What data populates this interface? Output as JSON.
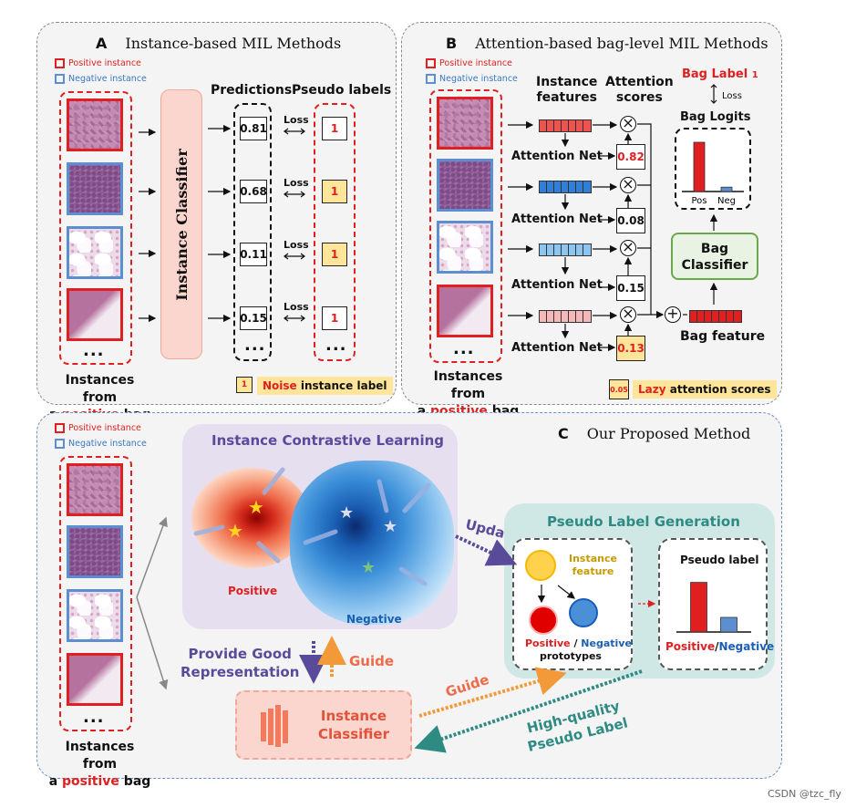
{
  "panel_a": {
    "letter": "A",
    "title": "Instance-based MIL Methods",
    "legend_positive": "Positive instance",
    "legend_negative": "Negative instance",
    "classifier": "Instance Classifier",
    "predictions_header": "Predictions",
    "pseudo_header": "Pseudo labels",
    "loss": "Loss",
    "predictions": [
      "0.81",
      "0.68",
      "0.11",
      "0.15"
    ],
    "pseudo_labels": [
      "1",
      "1",
      "1",
      "1"
    ],
    "caption_line1": "Instances from",
    "caption_a": "a",
    "caption_positive": "positive",
    "caption_bag": "bag",
    "noise_key": "1",
    "noise_word": "Noise",
    "noise_rest": "instance label",
    "dots": "..."
  },
  "panel_b": {
    "letter": "B",
    "title": "Attention-based bag-level MIL Methods",
    "legend_positive": "Positive instance",
    "legend_negative": "Negative instance",
    "features_header_1": "Instance",
    "features_header_2": "features",
    "attention_header_1": "Attention",
    "attention_header_2": "scores",
    "attention_net": "Attention Net",
    "scores": [
      "0.82",
      "0.08",
      "0.15",
      "0.13"
    ],
    "bag_label": "Bag Label",
    "bag_label_value": "1",
    "loss": "Loss",
    "bag_logits": "Bag Logits",
    "pos": "Pos",
    "neg": "Neg",
    "bag_classifier_1": "Bag",
    "bag_classifier_2": "Classifier",
    "bag_feature": "Bag feature",
    "caption_line1": "Instances from",
    "caption_a": "a",
    "caption_positive": "positive",
    "caption_bag": "bag",
    "lazy_key": "0.05",
    "lazy_word": "Lazy",
    "lazy_rest": "attention scores",
    "dots": "...",
    "chart_data": {
      "type": "bar",
      "categories": [
        "Pos",
        "Neg"
      ],
      "values": [
        0.9,
        0.08
      ],
      "title": "Bag Logits",
      "ylim": [
        0,
        1
      ]
    }
  },
  "panel_c": {
    "letter": "C",
    "title": "Our Proposed Method",
    "legend_positive": "Positive instance",
    "legend_negative": "Negative instance",
    "contrastive_title": "Instance Contrastive Learning",
    "positive": "Positive",
    "negative": "Negative",
    "provide_1": "Provide Good",
    "provide_2": "Representation",
    "guide": "Guide",
    "guide2": "Guide",
    "classifier_1": "Instance",
    "classifier_2": "Classifier",
    "update": "Update",
    "plg_title": "Pseudo Label Generation",
    "instance_feature_1": "Instance",
    "instance_feature_2": "feature",
    "proto_pos": "Positive",
    "proto_slash": " / ",
    "proto_neg": "Negative",
    "prototypes": "prototypes",
    "pseudo_label": "Pseudo label",
    "pl_pos": "Positive",
    "pl_slash": "/",
    "pl_neg": "Negative",
    "hq_1": "High-quality",
    "hq_2": "Pseudo Label",
    "caption_line1": "Instances from",
    "caption_a": "a",
    "caption_positive": "positive",
    "caption_bag": "bag",
    "dots": "...",
    "chart_data": {
      "type": "bar",
      "categories": [
        "Positive",
        "Negative"
      ],
      "values": [
        0.85,
        0.25
      ],
      "title": "Pseudo label",
      "ylim": [
        0,
        1
      ]
    }
  },
  "watermark": "CSDN @tzc_fly",
  "colors": {
    "positive": "#e02020",
    "negative": "#5b8fd0",
    "classifier_fill": "#fbd6cf",
    "bag_classifier_border": "#6aa84f",
    "plg_fill": "#cfe8e5",
    "noise_fill": "#ffe599"
  }
}
